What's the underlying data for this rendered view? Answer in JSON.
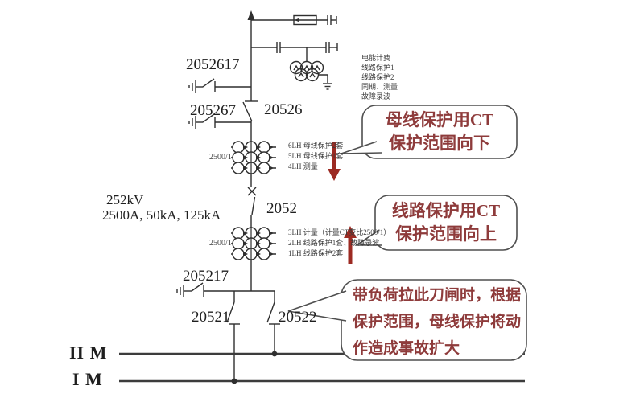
{
  "diagram": {
    "ratings": {
      "voltage": "252kV",
      "current": "2500A, 50kA, 125kA"
    },
    "labels": {
      "es_2052617": "2052617",
      "es_205267": "205267",
      "ds_20526": "20526",
      "cb_2052": "2052",
      "es_205217": "205217",
      "ds_20521": "20521",
      "ds_20522": "20522",
      "bus_ii": "II M",
      "bus_i": "I M"
    },
    "ct_bus": {
      "ratio": "2500/1",
      "windings": [
        "6LH 母线保护2套",
        "5LH 母线保护1套",
        "4LH 测量"
      ]
    },
    "ct_line": {
      "ratio": "2500/1",
      "windings": [
        "3LH 计量（计量CT变比2500/1）",
        "2LH 线路保护1套、故障录波",
        "1LH 线路保护2套"
      ]
    },
    "pt_windings": [
      "电能计费",
      "线路保护1",
      "线路保护2",
      "同期、测量",
      "故障录波"
    ],
    "callouts": {
      "bus_ct": [
        "母线保护用CT",
        "保护范围向下"
      ],
      "line_ct": [
        "线路保护用CT",
        "保护范围向上"
      ],
      "warning": [
        "带负荷拉此刀闸时，根据",
        "保护范围，母线保护将动",
        "作造成事故扩大"
      ]
    },
    "colors": {
      "callout_text": "#8e3b3b",
      "arrow_red": "#9c2a22",
      "line_black": "#2f2f2f"
    }
  }
}
